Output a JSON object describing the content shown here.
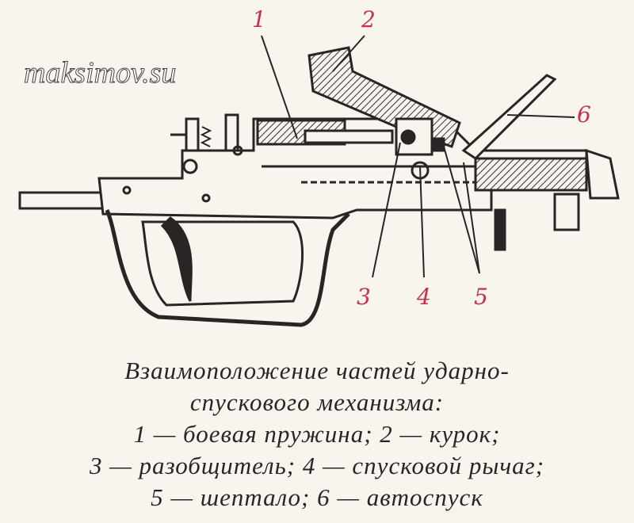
{
  "labels": {
    "l1": "1",
    "l2": "2",
    "l3": "3",
    "l4": "4",
    "l5": "5",
    "l6": "6"
  },
  "caption": {
    "line1": "Взаимоположение частей ударно-",
    "line2": "спускового механизма:",
    "line3": "1 — боевая пружина; 2 — курок;",
    "line4": "3 — разобщитель; 4 — спусковой рычаг;",
    "line5": "5 — шептало; 6 — автоспуск"
  },
  "watermark": "maksimov.su",
  "colors": {
    "label": "#c8304a",
    "ink": "#2a2524",
    "background": "#f8f4ee"
  }
}
